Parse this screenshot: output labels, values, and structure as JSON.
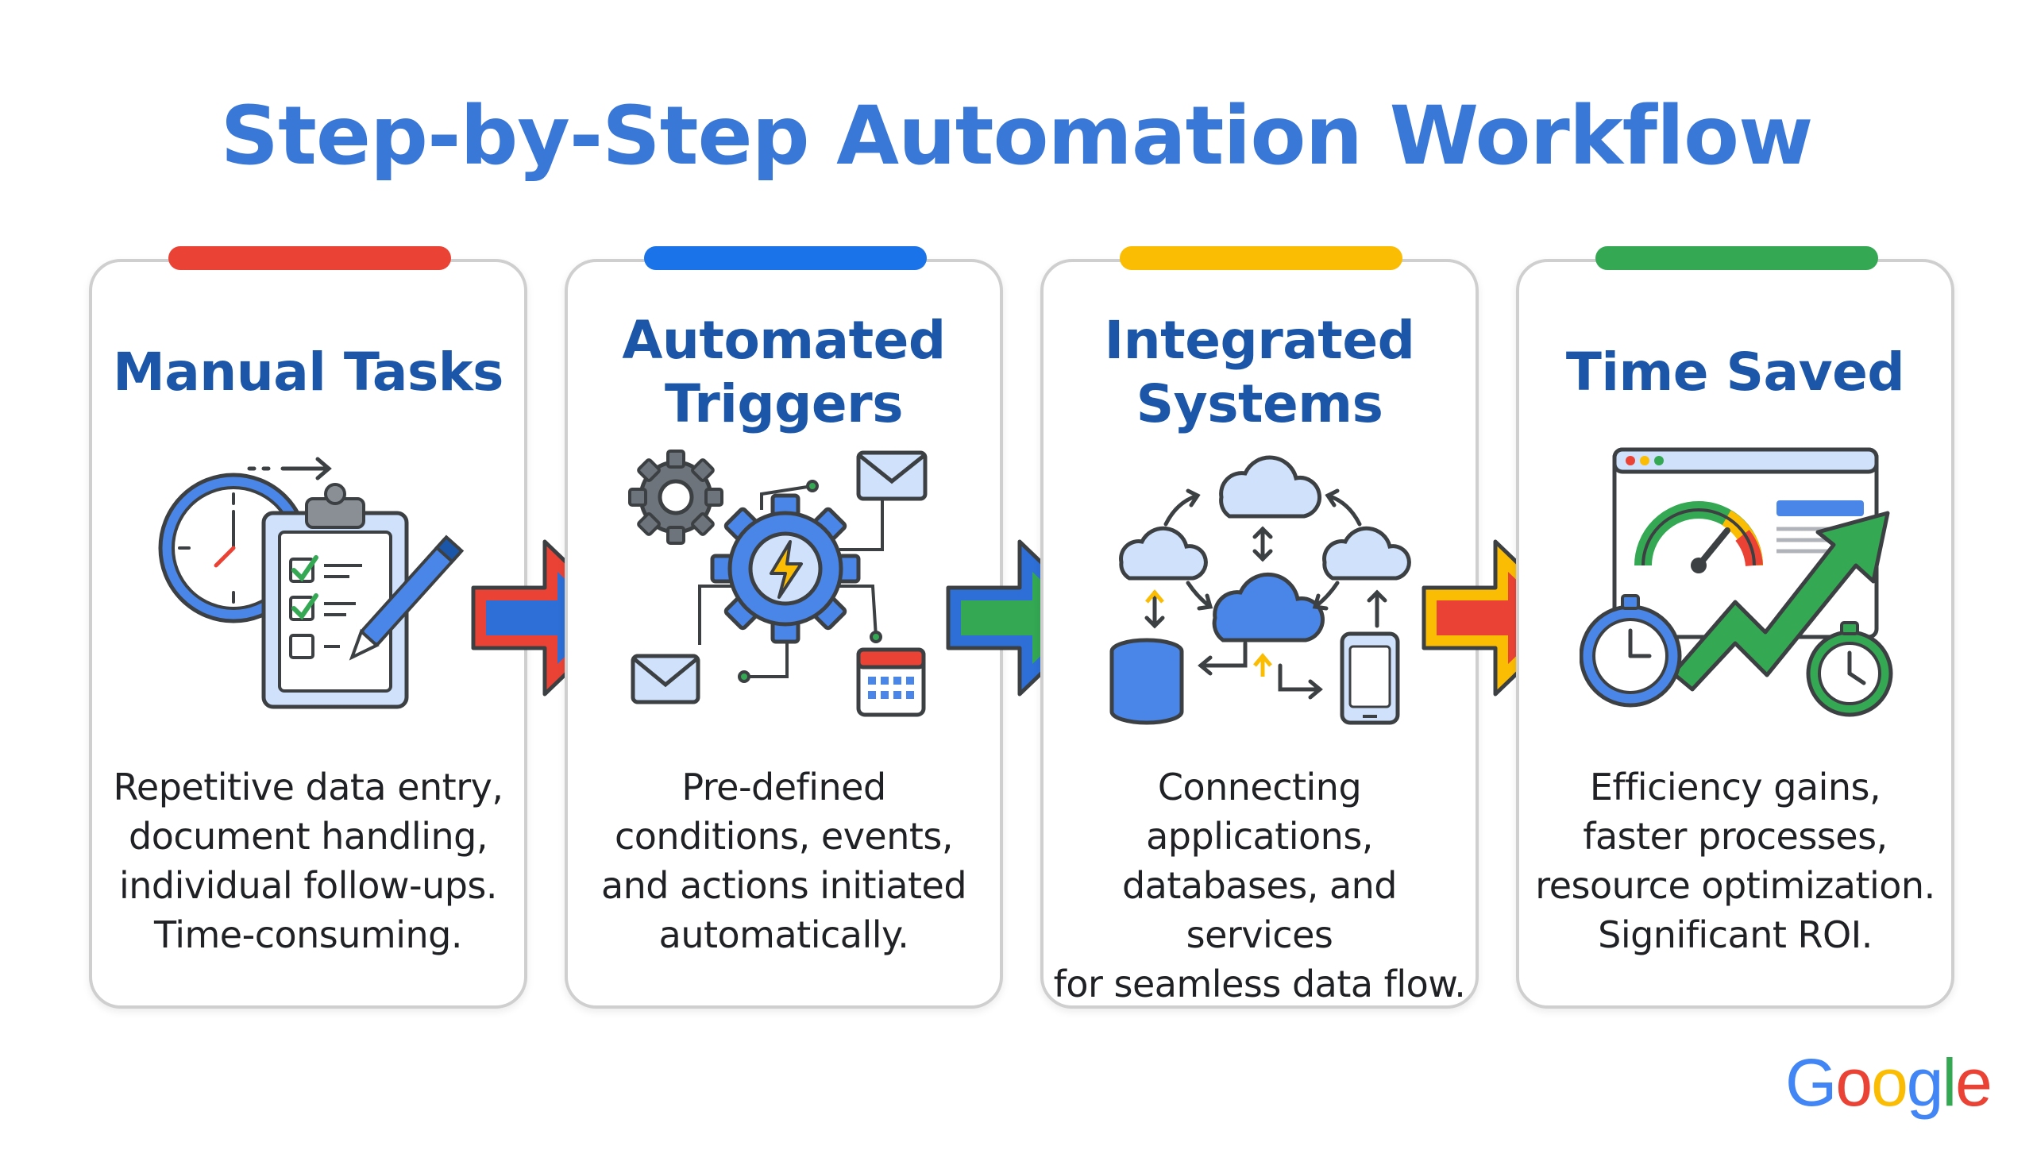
{
  "title": "Step-by-Step Automation Workflow",
  "steps": [
    {
      "title": "Manual Tasks",
      "accent": "#ea4335",
      "desc": "Repetitive data entry,\ndocument handling,\nindividual follow-ups.\nTime-consuming."
    },
    {
      "title": "Automated\nTriggers",
      "accent": "#1a73e8",
      "desc": "Pre-defined\nconditions, events,\nand actions initiated\nautomatically."
    },
    {
      "title": "Integrated\nSystems",
      "accent": "#fbbc04",
      "desc": "Connecting\napplications,\ndatabases, and services\nfor seamless data flow."
    },
    {
      "title": "Time Saved",
      "accent": "#34a853",
      "desc": "Efficiency gains,\nfaster processes,\nresource optimization.\nSignificant ROI."
    }
  ],
  "brand": {
    "logo_letters": [
      "G",
      "o",
      "o",
      "g",
      "l",
      "e"
    ],
    "logo_colors": [
      "#4285f4",
      "#ea4335",
      "#fbbc04",
      "#4285f4",
      "#34a853",
      "#ea4335"
    ]
  }
}
